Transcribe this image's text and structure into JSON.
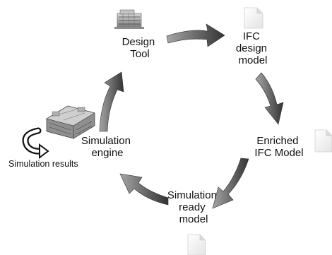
{
  "colors": {
    "arrow_light": "#9a9a9a",
    "arrow_dark": "#3a3a3a",
    "text": "#111111",
    "document_fill": "#f3f3f3",
    "document_border": "#cfcfcf"
  },
  "nodes": {
    "design_tool": {
      "lines": [
        "Design",
        "Tool"
      ],
      "icon": "building-render-icon"
    },
    "ifc_design_model": {
      "lines": [
        "IFC",
        "design",
        "model"
      ],
      "icon": "document-icon"
    },
    "enriched_ifc_model": {
      "lines": [
        "Enriched",
        "IFC Model"
      ],
      "icon": "document-icon"
    },
    "simulation_ready_model": {
      "lines": [
        "Simulation",
        "ready",
        "model"
      ],
      "icon": "document-icon"
    },
    "simulation_engine": {
      "lines": [
        "Simulation",
        "engine"
      ],
      "icon": "building-model-icon"
    }
  },
  "simulation_results": {
    "label": "Simulation results",
    "icon": "curved-arrow-icon"
  },
  "cycle_arrows": [
    {
      "from": "design_tool",
      "to": "ifc_design_model"
    },
    {
      "from": "ifc_design_model",
      "to": "enriched_ifc_model"
    },
    {
      "from": "enriched_ifc_model",
      "to": "simulation_ready_model"
    },
    {
      "from": "simulation_ready_model",
      "to": "simulation_engine"
    },
    {
      "from": "simulation_engine",
      "to": "design_tool"
    }
  ]
}
